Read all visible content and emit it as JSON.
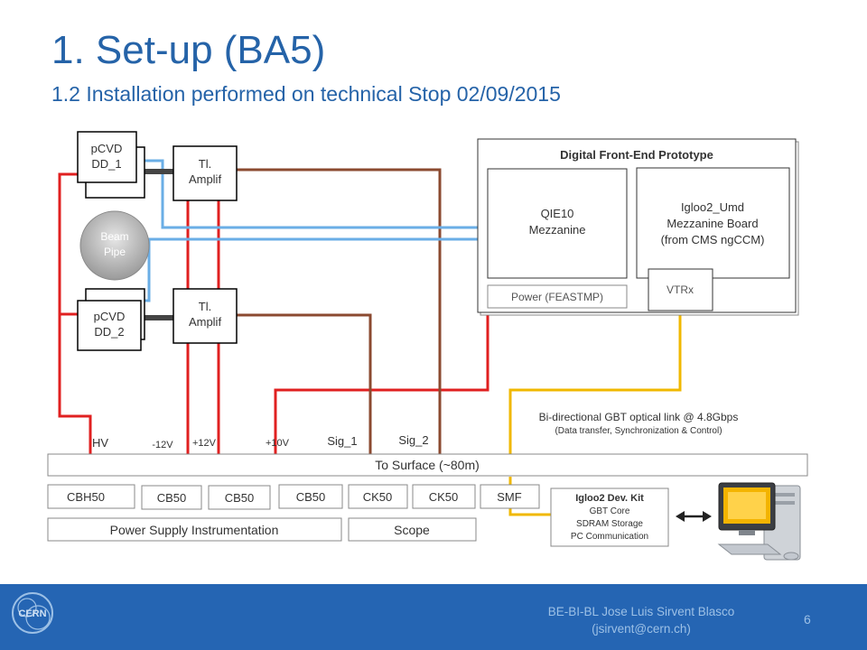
{
  "slide": {
    "title": "1. Set-up (BA5)",
    "subtitle": "1.2 Installation performed on technical Stop 02/09/2015"
  },
  "diagram": {
    "detectors": [
      {
        "line1": "pCVD",
        "line2": "DD_1"
      },
      {
        "line1": "pCVD",
        "line2": "DD_2"
      }
    ],
    "amplifiers": [
      {
        "line1": "Tl.",
        "line2": "Amplif"
      },
      {
        "line1": "Tl.",
        "line2": "Amplif"
      }
    ],
    "beam_pipe": {
      "line1": "Beam",
      "line2": "Pipe"
    },
    "front_end": {
      "title": "Digital Front-End Prototype",
      "qie": {
        "line1": "QIE10",
        "line2": "Mezzanine"
      },
      "igloo": {
        "line1": "Igloo2_Umd",
        "line2": "Mezzanine Board",
        "line3": "(from CMS ngCCM)"
      },
      "power": "Power (FEASTMP)",
      "vtrx": "VTRx"
    },
    "link_label": {
      "line1": "Bi-directional GBT optical link @ 4.8Gbps",
      "line2": "(Data transfer, Synchronization & Control)"
    },
    "signal_labels": {
      "hv": "HV",
      "minus12": "-12V",
      "plus12": "+12V",
      "plus10": "+10V",
      "sig1": "Sig_1",
      "sig2": "Sig_2"
    },
    "to_surface": "To Surface (~80m)",
    "cables": [
      "CBH50",
      "CB50",
      "CB50",
      "CB50",
      "CK50",
      "CK50",
      "SMF"
    ],
    "power_supply": "Power Supply Instrumentation",
    "scope": "Scope",
    "dev_kit": {
      "title": "Igloo2 Dev. Kit",
      "line1": "GBT Core",
      "line2": "SDRAM Storage",
      "line3": "PC Communication"
    },
    "colors": {
      "hv_red": "#e02020",
      "signal_brown": "#8b4a30",
      "clock_blue": "#6aaee6",
      "optical_yellow": "#f0b800"
    }
  },
  "footer": {
    "author": "BE-BI-BL Jose Luis Sirvent Blasco",
    "email": "(jsirvent@cern.ch)",
    "page": "6",
    "logo_text": "CERN"
  }
}
